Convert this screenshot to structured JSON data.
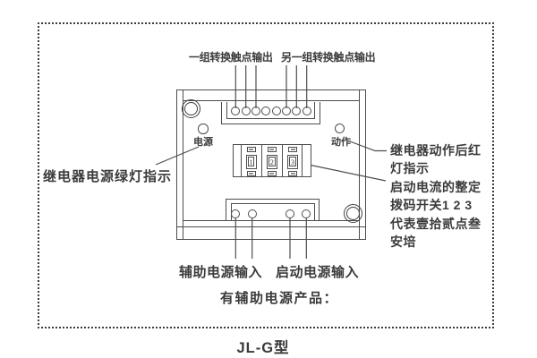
{
  "colors": {
    "line": "#4d4d4d",
    "text": "#3b3b3b",
    "fill": "#949494",
    "bg": "#ffffff"
  },
  "caption": "JL-G型",
  "top_annotations": {
    "group_one": "一组转换触点输出",
    "group_two": "另一组转换触点输出"
  },
  "device": {
    "power_led_label": "电源",
    "action_led_label": "动作",
    "dip_switch_digits": [
      "1",
      "2",
      "3"
    ]
  },
  "left_annotation": "继电器电源绿灯指示",
  "right_annotation_lines": [
    "继电器动作后红",
    "灯指示",
    "启动电流的整定",
    "拨码开关1 2 3",
    "代表壹拾贰点叁",
    "安培"
  ],
  "bottom_annotations": {
    "auxiliary_power_input": "辅助电源输入",
    "start_power_input": "启动电源输入",
    "footnote": "有辅助电源产品："
  }
}
